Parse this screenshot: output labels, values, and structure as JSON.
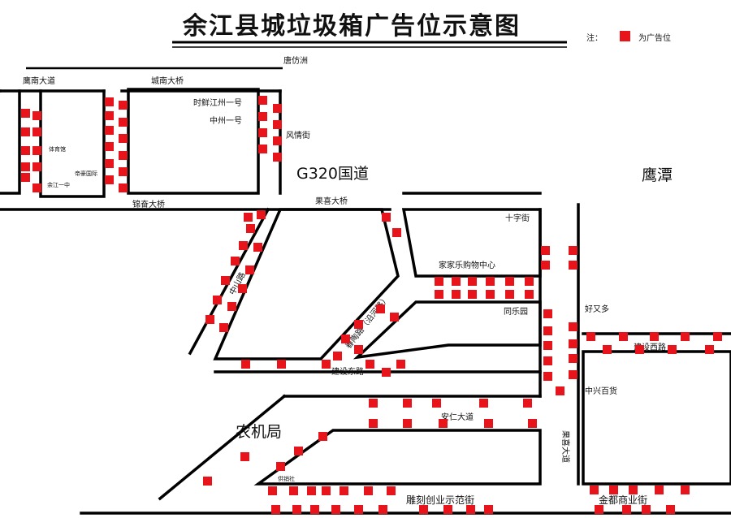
{
  "title": "余江县城垃圾箱广告位示意图",
  "legend": {
    "prefix": "注：",
    "label": "为广告位",
    "color": "#e8141b"
  },
  "labels": {
    "tang_fang_zhou": "唐仿洲",
    "ying_nan_da_dao": "鹰南大道",
    "cheng_nan_da_qiao": "城南大桥",
    "shi_xian_jiang_zhou": "时鲜江州一号",
    "zhong_zhou_yi_hao": "中州一号",
    "feng_qing_jie": "风情街",
    "g320": "G320国道",
    "ying_tan": "鹰潭",
    "ti_yu_guan": "体育馆",
    "yu_jiang_yi_zhong": "余江一中",
    "fu_mao_guo_ji": "帝豪国际",
    "dao_xiang_da_qiao": "锦奋大桥",
    "guo_xi_da_qiao": "果喜大桥",
    "shi_zi_jie": "十字街",
    "jia_jia_le": "家家乐购物中心",
    "tong_le_yuan": "同乐园",
    "hao_you_duo": "好又多",
    "jian_she_xi_lu": "建设西路",
    "jian_she_dong_lu": "建设东路",
    "zhong_xing_bai_huo": "中兴百货",
    "nong_ji_ju": "农机局",
    "an_ren_da_dao": "安仁大道",
    "guo_xi_da_dao": "果喜大道",
    "gong_xiao_she": "供销社",
    "diao_ke": "雕刻创业示范街",
    "jin_du": "金都商业街",
    "zhong_shan_lu": "中山路",
    "chun_tao_lu": "春陶路（沿河路）",
    "yan_he_lu": "（沿河路）"
  }
}
